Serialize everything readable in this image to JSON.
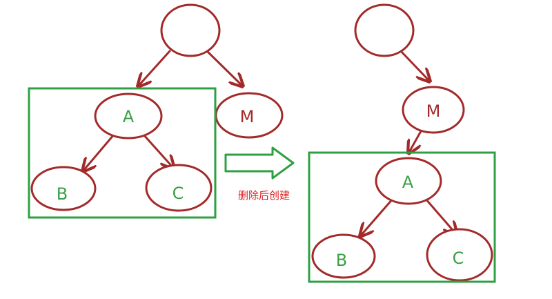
{
  "left_tree": {
    "root_label": "",
    "nodes": {
      "a": "A",
      "b": "B",
      "c": "C",
      "m": "M"
    }
  },
  "right_tree": {
    "root_label": "",
    "nodes": {
      "m": "M",
      "a": "A",
      "b": "B",
      "c": "C"
    }
  },
  "caption": "删除后创建",
  "colors": {
    "node_stroke": "#a32a2a",
    "box": "#2ea043",
    "green_text": "#3aa046",
    "caption": "#e02020"
  }
}
